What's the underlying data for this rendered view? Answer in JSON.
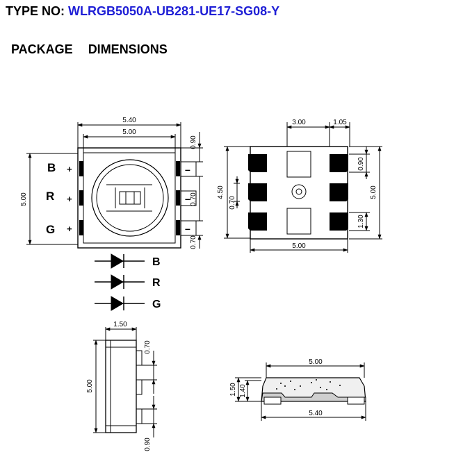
{
  "header": {
    "label": "TYPE NO:",
    "model": "WLRGB5050A-UB281-UE17-SG08-Y"
  },
  "subtitle": {
    "word1": "PACKAGE",
    "word2": "DIMENSIONS"
  },
  "top_view": {
    "dim_width_outer": "5.40",
    "dim_width_inner": "5.00",
    "dim_height": "5.00",
    "dim_pad_top": "0.90",
    "dim_pad_pitch": "0.70",
    "dim_pad_bottom": "0.70",
    "left_labels": [
      "B",
      "R",
      "G"
    ],
    "plus": "+",
    "minus": "–"
  },
  "bottom_view": {
    "dim_top_span": "3.00",
    "dim_top_pad": "1.05",
    "dim_left_outer": "4.50",
    "dim_left_inner": "0.70",
    "dim_right_pad1": "0.90",
    "dim_right_pad2": "1.30",
    "dim_right_height": "5.00",
    "dim_bottom": "5.00"
  },
  "schematic": {
    "labels": [
      "B",
      "R",
      "G"
    ]
  },
  "side_view": {
    "dim_top": "1.50",
    "dim_left": "5.00",
    "dim_right_top": "0.70",
    "dim_right_bottom": "0.90"
  },
  "section_view": {
    "dim_top": "5.00",
    "dim_left_outer": "1.50",
    "dim_left_inner": "1.40",
    "dim_bottom": "5.40"
  },
  "colors": {
    "model_text": "#1f1fd6",
    "ink": "#000000"
  }
}
